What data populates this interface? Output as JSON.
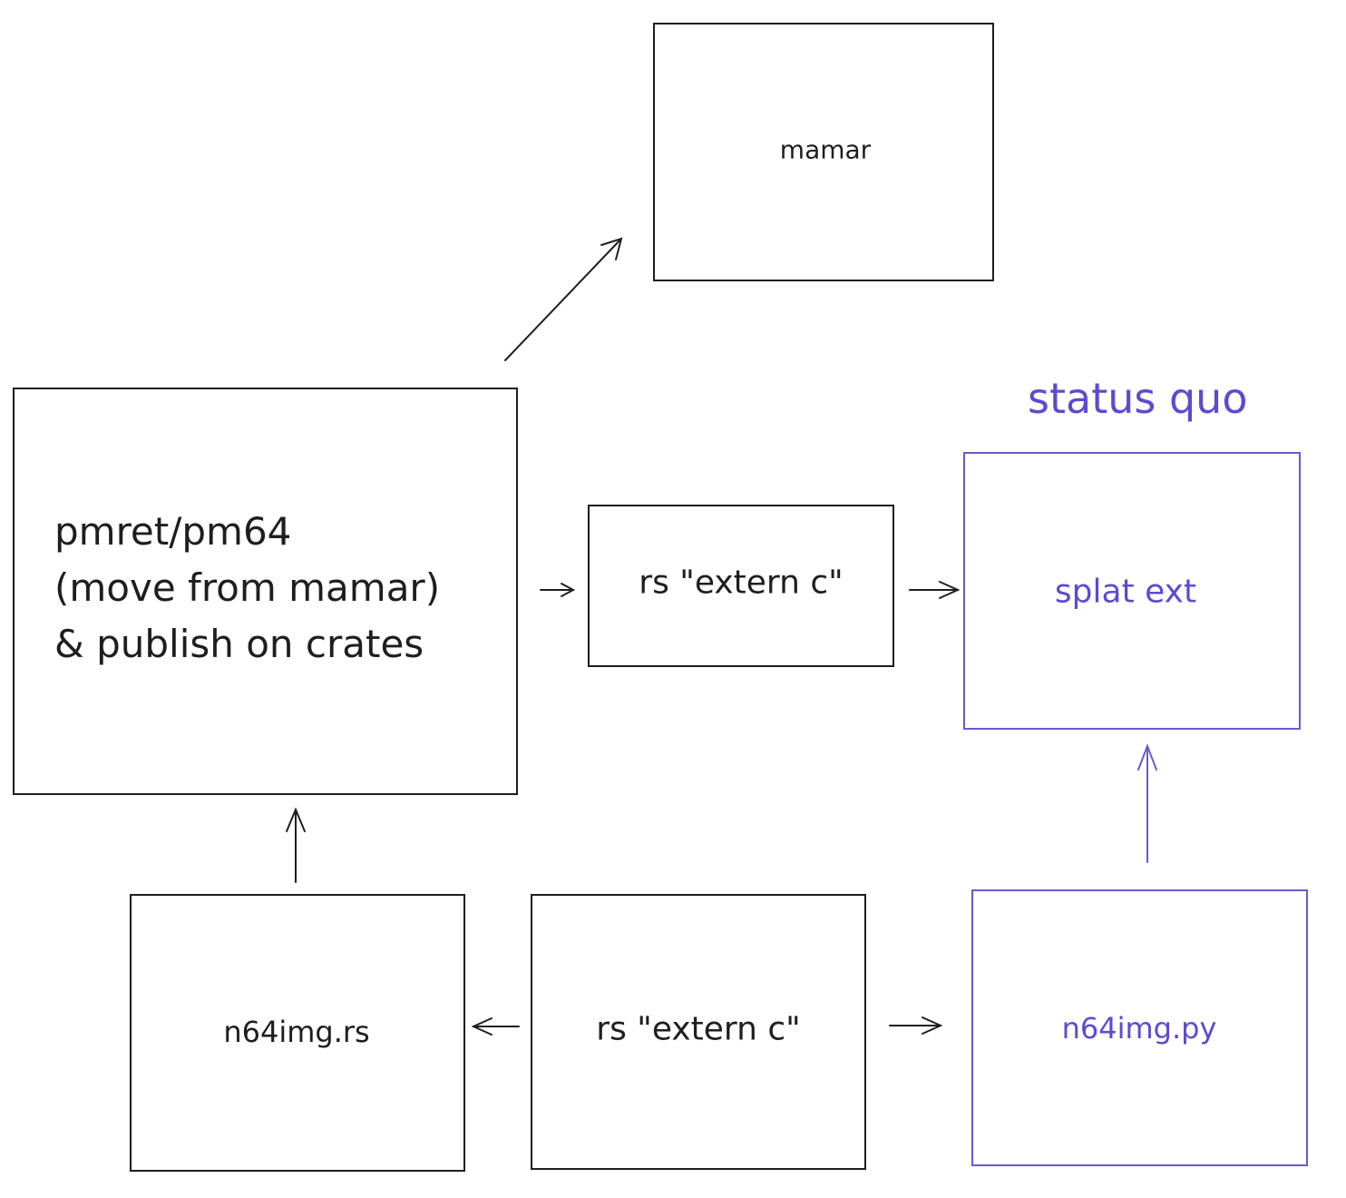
{
  "diagram": {
    "accent_color": "#5b4bd1",
    "ink_color": "#1e1e1e",
    "heading": "status quo",
    "nodes": {
      "mamar": {
        "label": "mamar"
      },
      "pmret": {
        "lines": [
          "pmret/pm64",
          "(move from mamar)",
          "& publish on crates"
        ]
      },
      "extern_top": {
        "label": "rs \"extern c\""
      },
      "splat_ext": {
        "label": "splat ext"
      },
      "n64img_rs": {
        "label": "n64img.rs"
      },
      "extern_bottom": {
        "label": "rs \"extern c\""
      },
      "n64img_py": {
        "label": "n64img.py"
      }
    },
    "edges": [
      {
        "from": "pmret",
        "to": "mamar",
        "style": "ink"
      },
      {
        "from": "pmret",
        "to": "extern_top",
        "style": "ink"
      },
      {
        "from": "extern_top",
        "to": "splat_ext",
        "style": "ink"
      },
      {
        "from": "n64img_rs",
        "to": "pmret",
        "style": "ink"
      },
      {
        "from": "extern_bottom",
        "to": "n64img_rs",
        "style": "ink"
      },
      {
        "from": "extern_bottom",
        "to": "n64img_py",
        "style": "ink"
      },
      {
        "from": "n64img_py",
        "to": "splat_ext",
        "style": "accent"
      }
    ]
  }
}
